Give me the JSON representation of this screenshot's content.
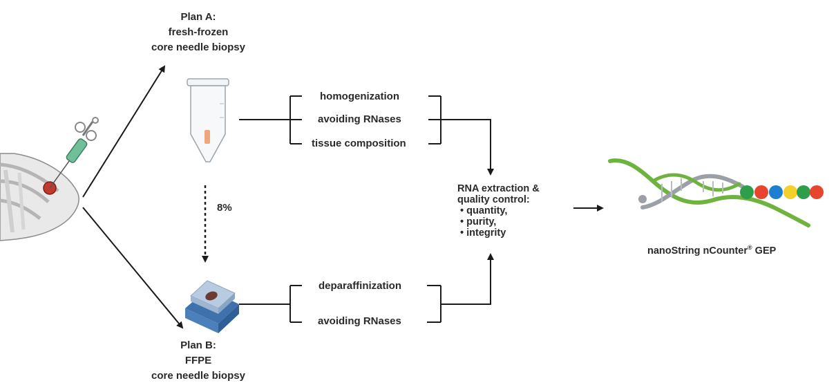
{
  "plan_a": {
    "lines": [
      "Plan A:",
      "fresh-frozen",
      "core needle biopsy"
    ]
  },
  "plan_b": {
    "lines": [
      "Plan B:",
      "FFPE",
      "core needle biopsy"
    ]
  },
  "transition_percent": "8%",
  "frozen_steps": [
    "homogenization",
    "avoiding RNases",
    "tissue composition"
  ],
  "ffpe_steps": [
    "deparaffinization",
    "avoiding RNases"
  ],
  "qc": {
    "title_lines": [
      "RNA extraction &",
      "quality control:"
    ],
    "items": [
      "quantity,",
      "purity,",
      "integrity"
    ],
    "bullet": "•"
  },
  "gep": {
    "label": "nanoString nCounter",
    "mark": "®",
    "suffix": " GEP"
  },
  "icons": {
    "breast": "breast-icon",
    "syringe": "biopsy-needle-icon",
    "tube": "cryotube-icon",
    "block": "ffpe-block-icon",
    "dna": "dna-barcode-icon"
  },
  "colors": {
    "arrow": "#1a1a1a",
    "tumor": "#c0392b",
    "syringe": "#6fbf9a",
    "tube_fill": "#f2a47a",
    "block": "#5b8fc7",
    "dna_green": "#6fb33f",
    "dna_grey": "#9aa0a6",
    "bead_green": "#2e9e4a",
    "bead_red": "#e8452e",
    "bead_blue": "#1f7fcf",
    "bead_yellow": "#f4d02a"
  }
}
